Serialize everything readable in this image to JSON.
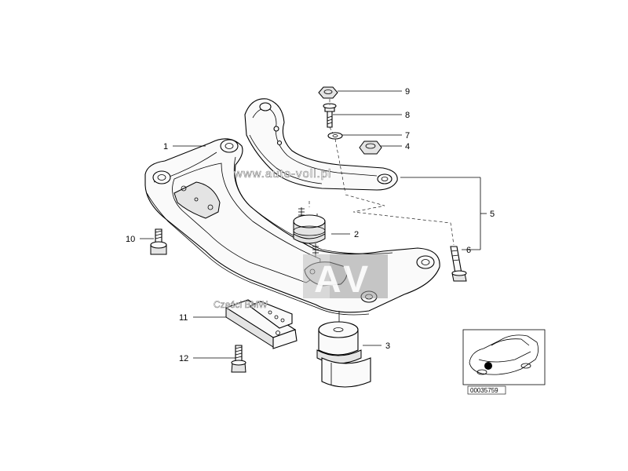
{
  "callouts": [
    {
      "id": "1",
      "label": "1"
    },
    {
      "id": "2",
      "label": "2"
    },
    {
      "id": "3",
      "label": "3"
    },
    {
      "id": "4",
      "label": "4"
    },
    {
      "id": "5",
      "label": "5"
    },
    {
      "id": "6",
      "label": "6"
    },
    {
      "id": "7",
      "label": "7"
    },
    {
      "id": "8",
      "label": "8"
    },
    {
      "id": "9",
      "label": "9"
    },
    {
      "id": "10",
      "label": "10"
    },
    {
      "id": "11",
      "label": "11"
    },
    {
      "id": "12",
      "label": "12"
    }
  ],
  "watermark": {
    "url": "www.auto-voll.pl",
    "logo": "AV",
    "caption": "Części BMW"
  },
  "reference": {
    "code": "00035759"
  }
}
